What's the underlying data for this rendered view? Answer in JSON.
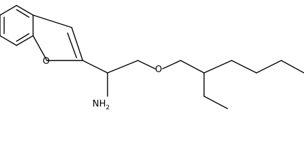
{
  "atom_labels": {
    "oxygen_ring": "O",
    "oxygen_ether": "O",
    "amine": "NH",
    "amine_subscript": "2"
  },
  "colors": {
    "bond": "#000000",
    "background": "#ffffff"
  }
}
